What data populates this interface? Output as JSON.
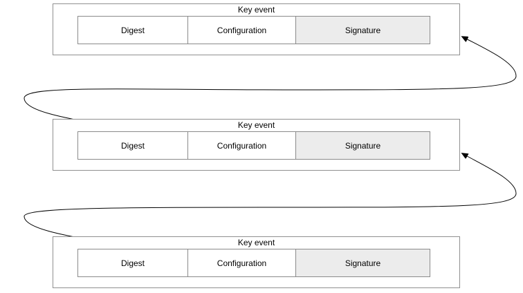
{
  "diagram": {
    "signature_fill": "#ececec",
    "line_color": "#000000",
    "events": [
      {
        "title": "Key event",
        "fields": {
          "digest": "Digest",
          "configuration": "Configuration",
          "signature": "Signature"
        }
      },
      {
        "title": "Key event",
        "fields": {
          "digest": "Digest",
          "configuration": "Configuration",
          "signature": "Signature"
        }
      },
      {
        "title": "Key event",
        "fields": {
          "digest": "Digest",
          "configuration": "Configuration",
          "signature": "Signature"
        }
      }
    ]
  }
}
